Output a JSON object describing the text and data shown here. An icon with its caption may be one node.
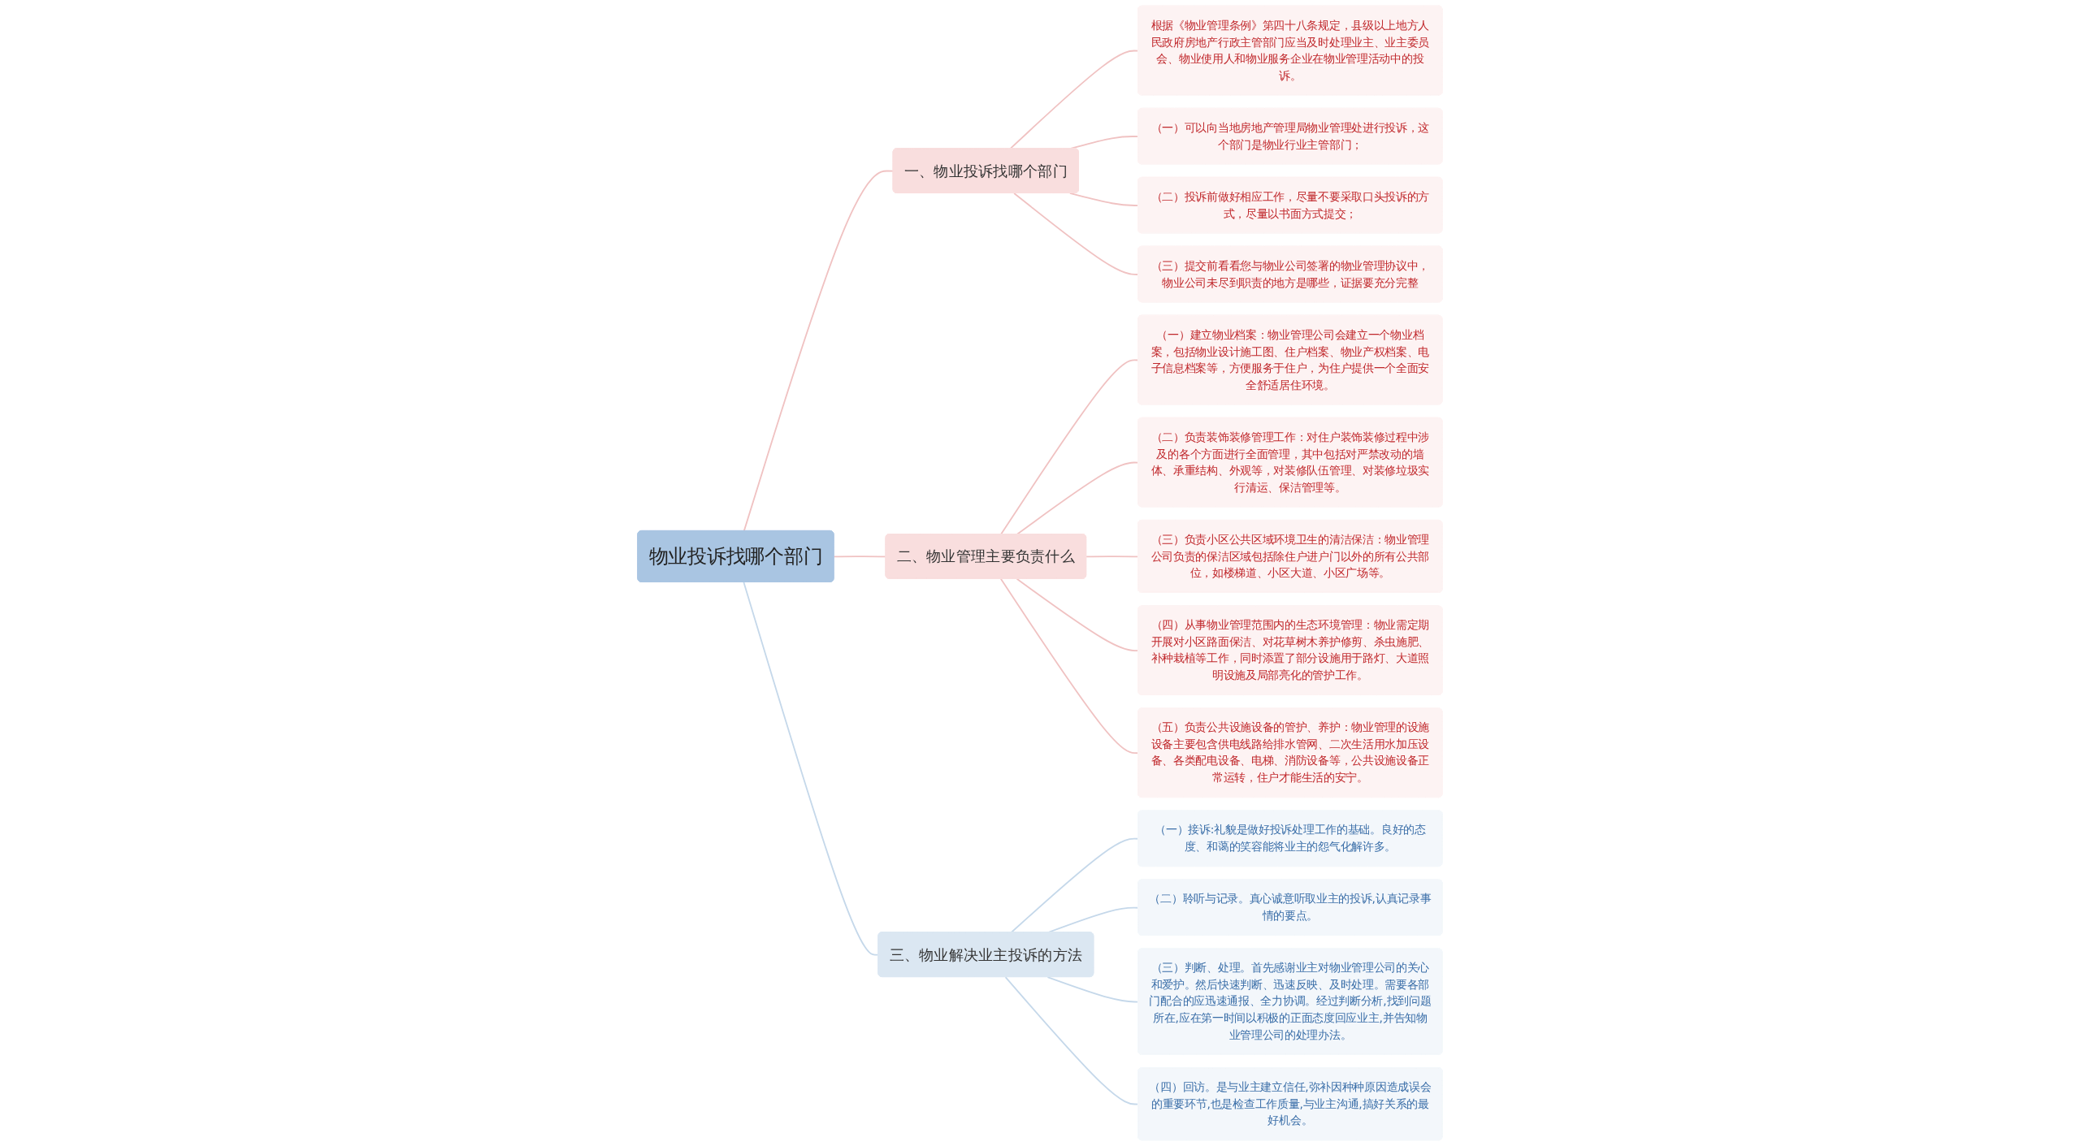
{
  "diagram": {
    "nodes": [
      {
        "text": [
          "物业投诉找哪个部门"
        ]
      },
      {
        "text": [
          "一、物业投诉找哪个部门"
        ]
      },
      {
        "text": [
          "根据《物业管理条例》第四十八条规定，县级以上地方人民政府房地产行政主管部门应当及时处理业主、业主委员会、物业使用人和物业服务企业在物业管理活动中的投诉。"
        ]
      },
      {
        "text": [
          "（一）可以向当地房地产管理局物业管理处进行投诉，这个部门是物业行业主管部门；"
        ]
      },
      {
        "text": [
          "（二）投诉前做好相应工作，尽量不要采取口头投诉的方式，尽量以书面方式提交；"
        ]
      },
      {
        "text": [
          "（三）提交前看看您与物业公司签署的物业管理协议中，物业公司未尽到职责的地方是哪些，证据要充分完整"
        ]
      },
      {
        "text": [
          "二、物业管理主要负责什么"
        ]
      },
      {
        "text": [
          "（一）建立物业档案：物业管理公司会建立一个物业档案，包括物业设计施工图、住户档案、物业产权档案、电子信息档案等，方便服务于住户，为住户提供一个全面安全舒适居住环境。"
        ]
      },
      {
        "text": [
          "（二）负责装饰装修管理工作：对住户装饰装修过程中涉及的各个方面进行全面管理，其中包括对严禁改动的墙体、承重结构、外观等，对装修队伍管理、对装修垃圾实行清运、保洁管理等。"
        ]
      },
      {
        "text": [
          "（三）负责小区公共区域环境卫生的清洁保洁：物业管理公司负责的保洁区域包括除住户进户门以外的所有公共部位，如楼梯道、小区大道、小区广场等。"
        ]
      },
      {
        "text": [
          "（四）从事物业管理范围内的生态环境管理：物业需定期开展对小区路面保洁、对花草树木养护修剪、杀虫施肥、补种栽植等工作，同时添置了部分设施用于路灯、大道照明设施及局部亮化的管护工作。"
        ]
      },
      {
        "text": [
          "（五）负责公共设施设备的管护、养护：物业管理的设施设备主要包含供电线路给排水管网、二次生活用水加压设备、各类配电设备、电梯、消防设备等，公共设施设备正常运转，住户才能生活的安宁。"
        ]
      },
      {
        "text": [
          "三、物业解决业主投诉的方法"
        ]
      },
      {
        "text": [
          "（一）接诉:礼貌是做好投诉处理工作的基础。良好的态度、和蔼的笑容能将业主的怨气化解许多。"
        ]
      },
      {
        "text": [
          "（二）聆听与记录。真心诚意听取业主的投诉,认真记录事情的要点。"
        ]
      },
      {
        "text": [
          "（三）判断、处理。首先感谢业主对物业管理公司的关心和爱护。然后快速判断、迅速反映、及时处理。需要各部门配合的应迅速通报、全力协调。经过判断分析,找到问题所在,应在第一时间以积极的正面态度回应业主,并告知物业管理公司的处理办法。"
        ]
      },
      {
        "text": [
          "（四）回访。是与业主建立信任,弥补因种种原因造成误会的重要环节,也是检查工作质量,与业主沟通,搞好关系的最好机会。"
        ]
      }
    ],
    "edges": [
      {
        "from": 0,
        "to": 1,
        "arrow": "none"
      },
      {
        "from": 1,
        "to": 2,
        "arrow": "none"
      },
      {
        "from": 1,
        "to": 3,
        "arrow": "none"
      },
      {
        "from": 1,
        "to": 4,
        "arrow": "none"
      },
      {
        "from": 1,
        "to": 5,
        "arrow": "none"
      },
      {
        "from": 0,
        "to": 6,
        "arrow": "none"
      },
      {
        "from": 6,
        "to": 7,
        "arrow": "none"
      },
      {
        "from": 6,
        "to": 8,
        "arrow": "none"
      },
      {
        "from": 6,
        "to": 9,
        "arrow": "none"
      },
      {
        "from": 6,
        "to": 10,
        "arrow": "none"
      },
      {
        "from": 6,
        "to": 11,
        "arrow": "none"
      },
      {
        "from": 0,
        "to": 12,
        "arrow": "none",
        "color": "#c5d8ea"
      },
      {
        "from": 12,
        "to": 13,
        "arrow": "none",
        "color": "#c5d8ea"
      },
      {
        "from": 12,
        "to": 14,
        "arrow": "none",
        "color": "#c5d8ea"
      },
      {
        "from": 12,
        "to": 15,
        "arrow": "none",
        "color": "#c5d8ea"
      },
      {
        "from": 12,
        "to": 16,
        "arrow": "none",
        "color": "#c5d8ea"
      }
    ]
  }
}
